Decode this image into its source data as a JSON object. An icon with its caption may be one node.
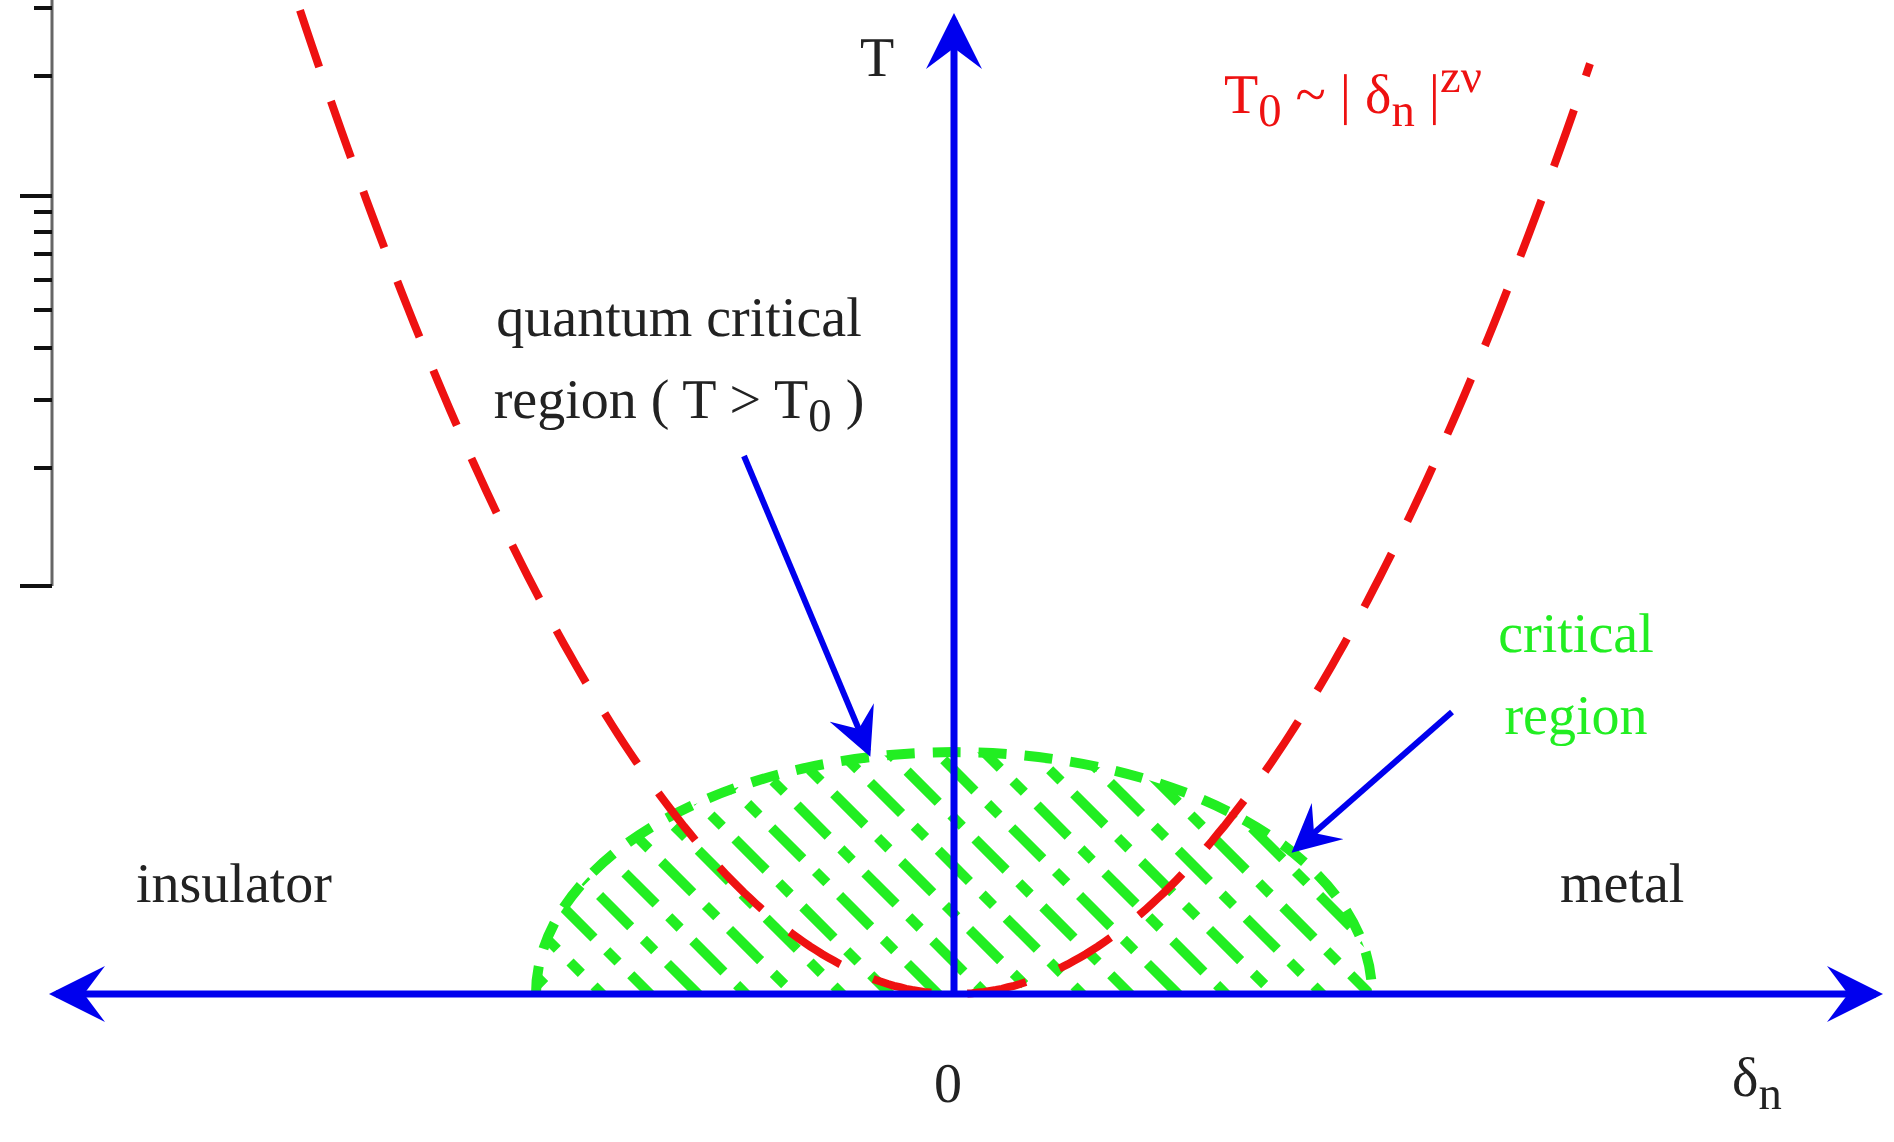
{
  "diagram": {
    "nodes": [
      {
        "text": [
          "quantum critical region ( T > T$_{0}$ )"
        ]
      },
      {
        "text": [
          "critical region"
        ]
      },
      {
        "text": [],
        "shape": "picture"
      }
    ],
    "edges": [
      {
        "from": 0,
        "to": 2,
        "arrow": "to"
      },
      {
        "from": 1,
        "to": 2,
        "arrow": "to"
      }
    ],
    "labels": [
      "T",
      "T$_{0}$ ~ | δ$_{n}$ |$^{zν}$",
      "insulator",
      "metal",
      "0",
      "δ$_{n}$"
    ]
  }
}
